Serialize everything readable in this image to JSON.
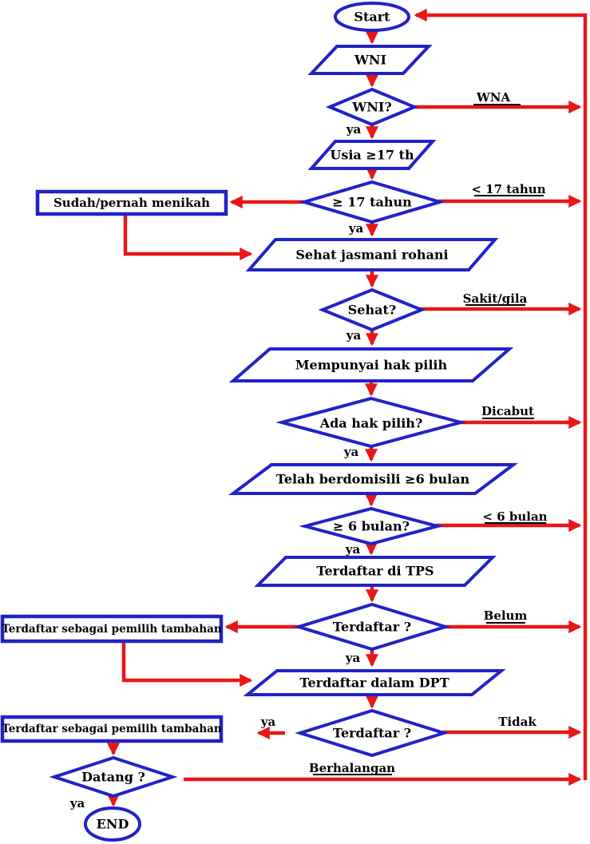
{
  "colors": {
    "shape_border": "#2222c8",
    "arrow": "#e81717",
    "text": "#000000",
    "background": "#ffffff"
  },
  "nodes": {
    "start": "Start",
    "wni_input": "WNI",
    "wni_q": "WNI?",
    "usia_input": "Usia ≥17 th",
    "usia_q": "≥ 17 tahun",
    "menikah": "Sudah/pernah menikah",
    "sehat_input": "Sehat jasmani rohani",
    "sehat_q": "Sehat?",
    "hak_input": "Mempunyai hak pilih",
    "hak_q": "Ada hak pilih?",
    "domisili_input": "Telah berdomisili ≥6 bulan",
    "domisili_q": "≥ 6 bulan?",
    "tps_input": "Terdaftar di TPS",
    "terdaftar_q1": "Terdaftar ?",
    "tambahan1": "Terdaftar sebagai pemilih tambahan",
    "dpt_input": "Terdaftar dalam DPT",
    "terdaftar_q2": "Terdaftar ?",
    "tambahan2": "Terdaftar sebagai pemilih tambahan",
    "datang_q": "Datang ?",
    "end": "END"
  },
  "edge_labels": {
    "ya": "ya",
    "wna": "WNA",
    "lt_17_tahun": "< 17 tahun",
    "sakit_gila": "Sakit/gila",
    "dicabut": "Dicabut",
    "lt_6_bulan": "< 6 bulan",
    "belum": "Belum",
    "tidak": "Tidak",
    "berhalangan": "Berhalangan"
  }
}
